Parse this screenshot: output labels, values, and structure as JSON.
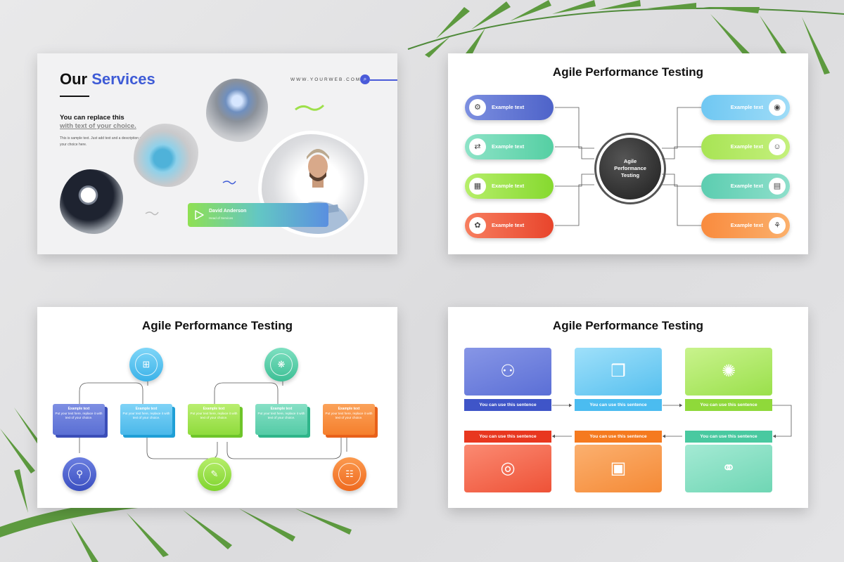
{
  "colors": {
    "accent": "#3e5bd6"
  },
  "slide1": {
    "title_part1": "Our",
    "title_part2": "Services",
    "subheading_line1": "You can replace this",
    "subheading_line2": "with text of your choice.",
    "body": "This is sample text. Just add text and a description of your choice here.",
    "url": "WWW.YOURWEB.COM",
    "person_name": "David Anderson",
    "person_role": "Head of Services"
  },
  "slide2": {
    "title": "Agile Performance Testing",
    "hub": "Agile Performance Testing",
    "items_left": [
      {
        "label": "Example text",
        "icon": "analytics-icon"
      },
      {
        "label": "Example text",
        "icon": "flow-icon"
      },
      {
        "label": "Example text",
        "icon": "desk-icon"
      },
      {
        "label": "Example text",
        "icon": "gear-brain-icon"
      }
    ],
    "items_right": [
      {
        "label": "Example text",
        "icon": "eye-icon"
      },
      {
        "label": "Example text",
        "icon": "person-laptop-icon"
      },
      {
        "label": "Example text",
        "icon": "workflow-icon"
      },
      {
        "label": "Example text",
        "icon": "team-icon"
      }
    ]
  },
  "slide3": {
    "title": "Agile Performance Testing",
    "boxes": [
      {
        "title": "Example text",
        "body": "Put your text here, replace it with text of your choice."
      },
      {
        "title": "Example text",
        "body": "Put your text here, replace it with text of your choice."
      },
      {
        "title": "Example text",
        "body": "Put your text here, replace it with text of your choice."
      },
      {
        "title": "Example text",
        "body": "Put your text here, replace it with text of your choice."
      },
      {
        "title": "Example text",
        "body": "Put your text here, replace it with text of your choice."
      }
    ]
  },
  "slide4": {
    "title": "Agile Performance Testing",
    "steps": [
      {
        "label": "You can use this sentence",
        "icon": "team-plus-icon"
      },
      {
        "label": "You can use this sentence",
        "icon": "cube-gear-icon"
      },
      {
        "label": "You can use this sentence",
        "icon": "brain-circuit-icon"
      },
      {
        "label": "You can use this sentence",
        "icon": "handshake-icon"
      },
      {
        "label": "You can use this sentence",
        "icon": "media-icon"
      },
      {
        "label": "You can use this sentence",
        "icon": "eye-pen-icon"
      }
    ]
  }
}
